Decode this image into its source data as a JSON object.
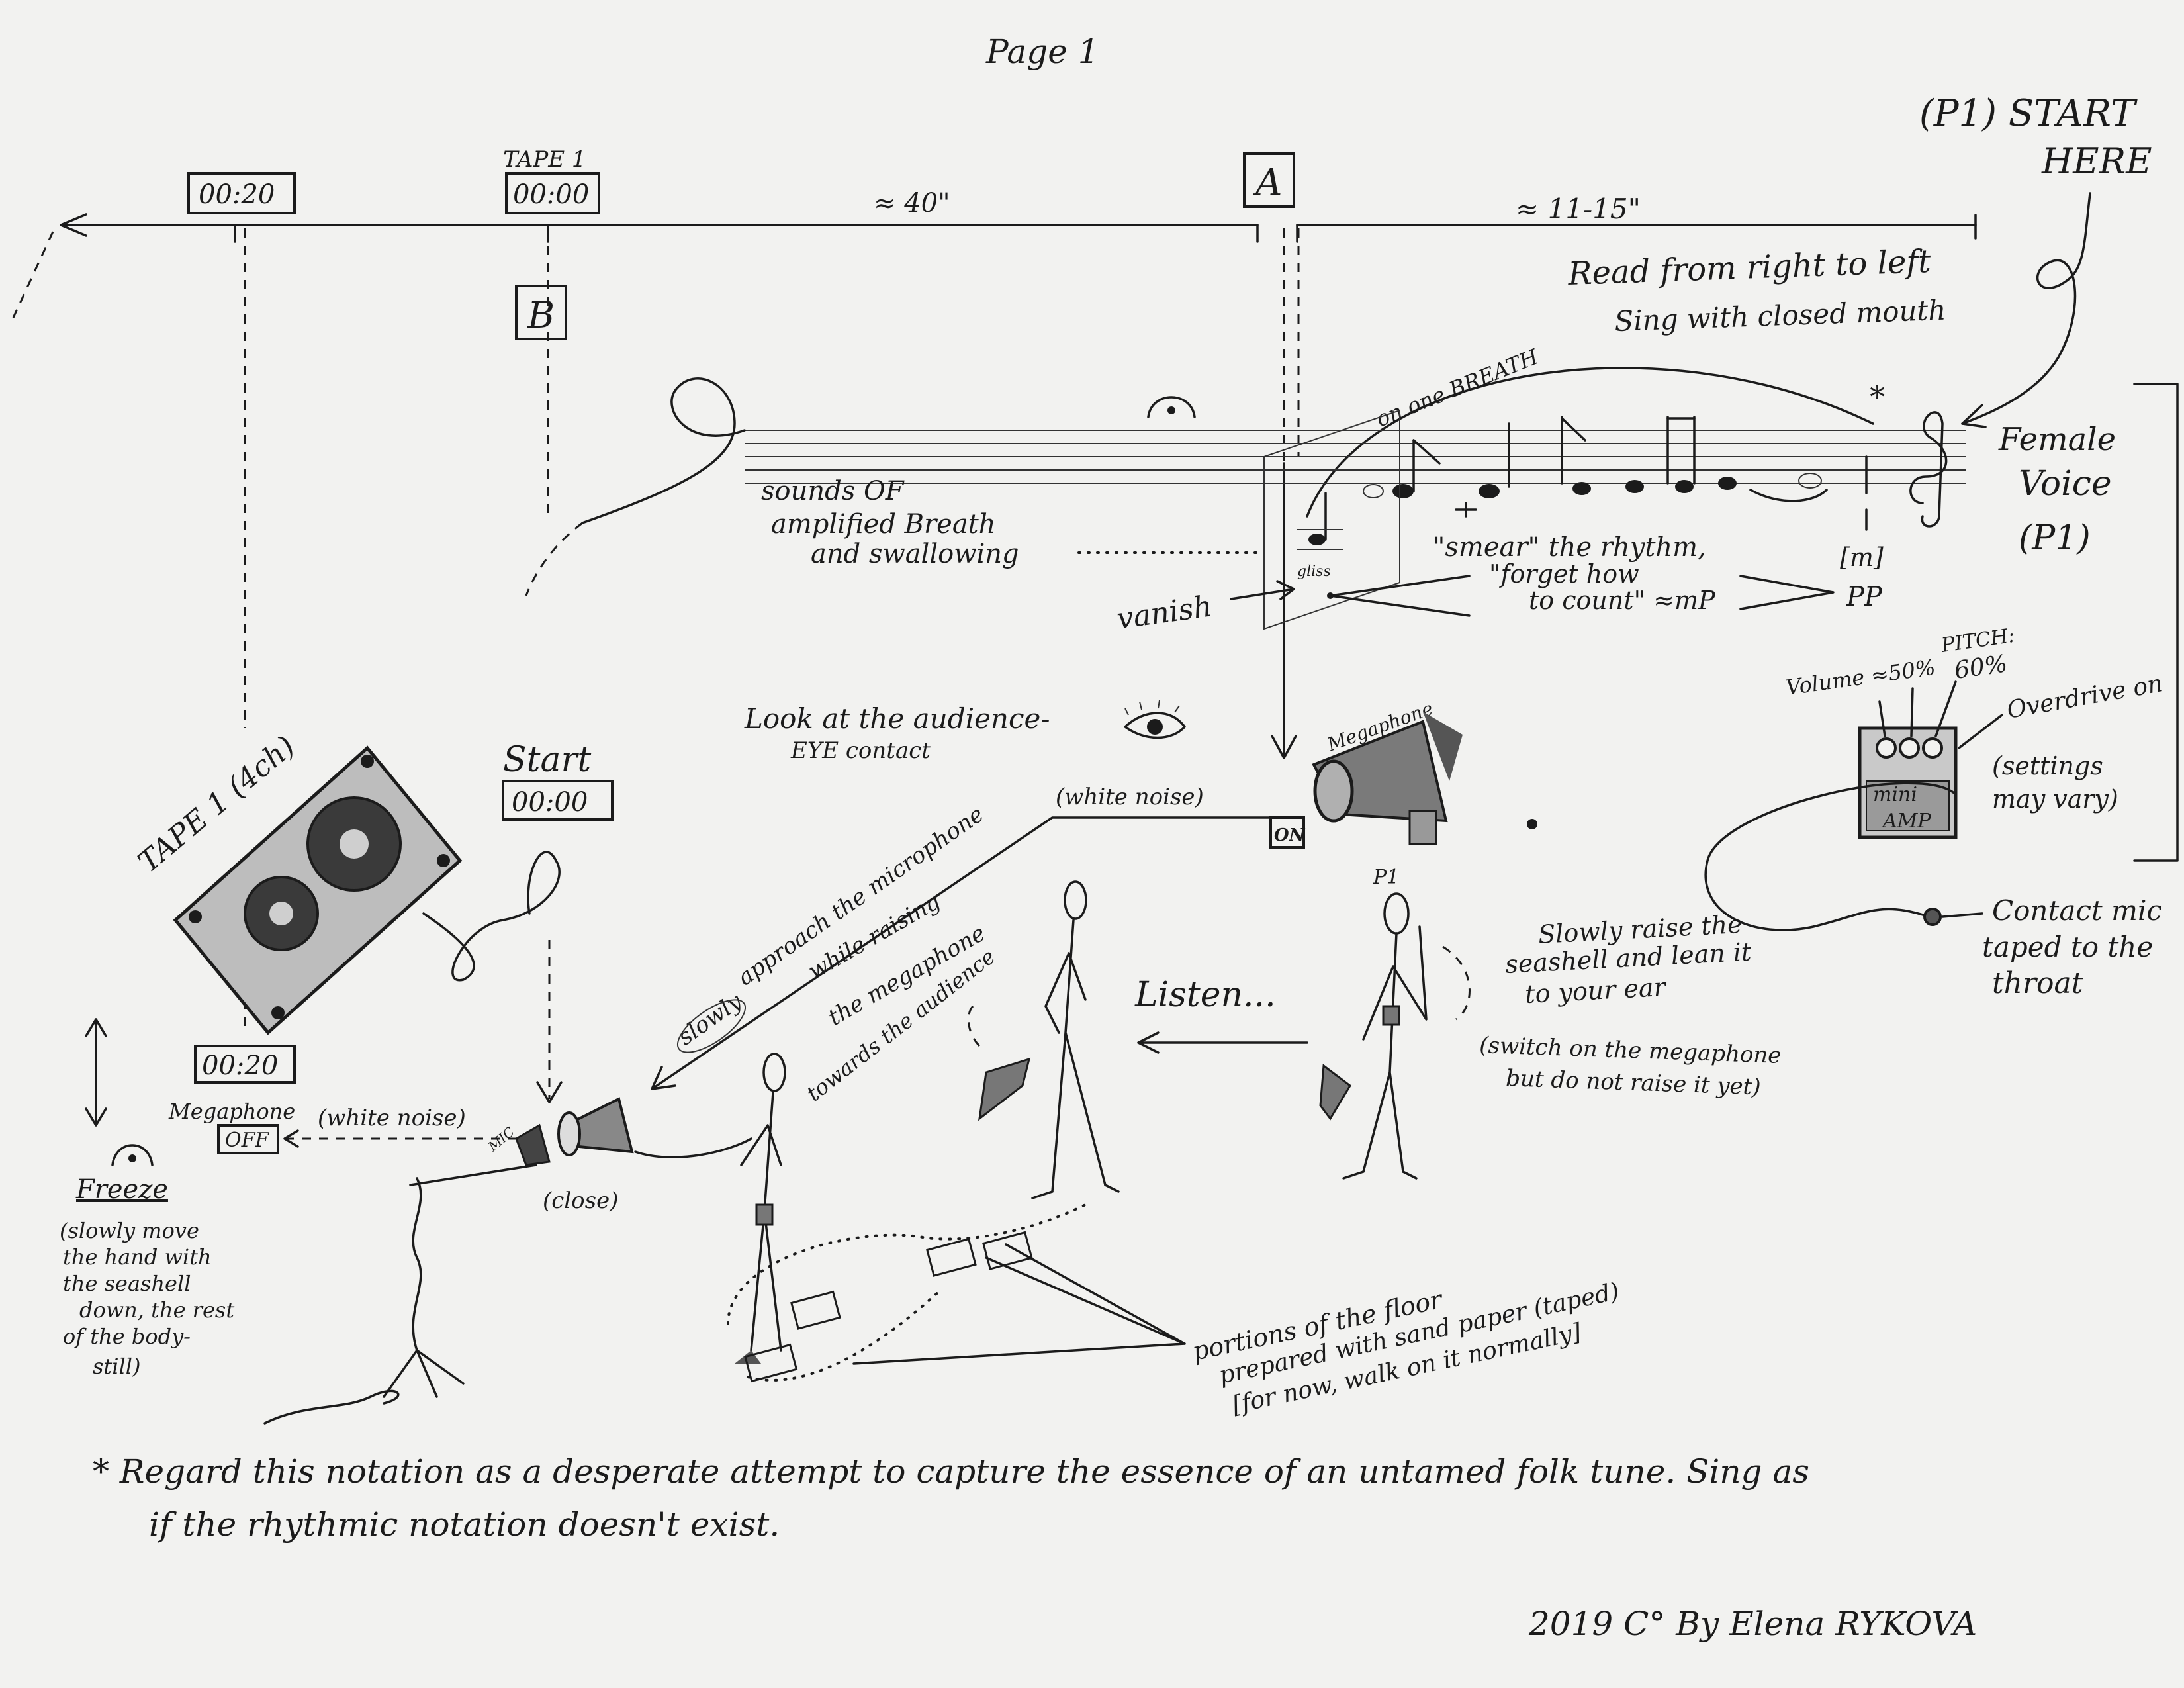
{
  "page_label": "Page 1",
  "start_label": "(P1)  START",
  "start_label_2": "HERE",
  "timeline": {
    "mark_0020": "00:20",
    "tape_label": "TAPE 1",
    "mark_0000": "00:00",
    "section_a": "A",
    "section_b": "B",
    "duration_ab": "≈ 40\"",
    "duration_start_a": "≈ 11-15\""
  },
  "instructions": {
    "read_direction": "Read from right to left",
    "sing_closed": "Sing with closed mouth",
    "one_breath": "on one BREATH",
    "asterisk": "*"
  },
  "voice": {
    "line1": "Female",
    "line2": "Voice",
    "line3": "(P1)"
  },
  "staff": {
    "sounds_1": "sounds OF",
    "sounds_2": "amplified Breath",
    "sounds_3": "and  swallowing",
    "smear": "\"smear\" the rhythm,",
    "forget_1": "\"forget  how",
    "forget_2": "to count\"  ≈mP",
    "pp": "PP",
    "m": "[m]",
    "vanish": "vanish",
    "gliss": "gliss"
  },
  "amp": {
    "volume": "Volume ≈50%",
    "pitch_1": "PITCH:",
    "pitch_2": "60%",
    "overdrive": "Overdrive on",
    "settings_1": "(settings",
    "settings_2": "may vary)",
    "mini": "mini",
    "amp": "AMP",
    "contact_1": "Contact mic",
    "contact_2": "taped to the",
    "contact_3": "throat"
  },
  "stage": {
    "look": "Look at the audience-",
    "eye_contact": "EYE contact",
    "megaphone": "Megaphone",
    "white_noise_top": "(white noise)",
    "on": "ON",
    "p1": "P1",
    "raise_1": "Slowly raise the",
    "raise_2": "seashell and lean it",
    "raise_3": "to your ear",
    "switch_1": "(switch on the megaphone",
    "switch_2": "but do not raise it yet)",
    "listen": "Listen...",
    "slowly": "slowly",
    "approach": "approach the microphone",
    "while_1": "while raising",
    "while_2": "the megaphone",
    "while_3": "towards the audience",
    "tape_title": "TAPE 1 (4ch)",
    "start": "Start",
    "start_time": "00:00",
    "end_time": "00:20",
    "megaphone_2": "Megaphone",
    "off": "OFF",
    "white_noise_bottom": "(white noise)",
    "mic": "MIC",
    "close": "(close)",
    "freeze": "Freeze",
    "freeze_1": "(slowly move",
    "freeze_2": "the hand with",
    "freeze_3": "the seashell",
    "freeze_4": "down, the rest",
    "freeze_5": "of the body-",
    "freeze_6": "still)",
    "floor_1": "portions of the floor",
    "floor_2": "prepared with sand paper (taped)",
    "floor_3": "[for now, walk on it normally]"
  },
  "footnote": {
    "line1": "*  Regard  this  notation  as  a  desperate  attempt  to  capture  the  essence  of  an  untamed  folk  tune.  Sing  as",
    "line2": "if  the  rhythmic  notation  doesn't  exist."
  },
  "credit": "2019 C°  By  Elena  RYKOVA"
}
